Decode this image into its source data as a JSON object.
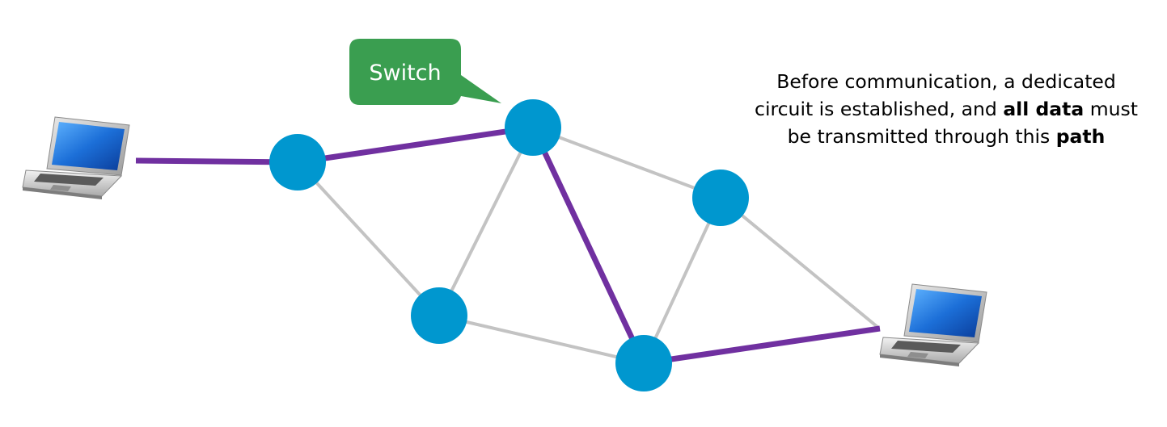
{
  "callout": {
    "label": "Switch"
  },
  "caption": {
    "line1": "Before communication, a dedicated",
    "line2_part1": "circuit is established, and ",
    "line2_bold": "all data",
    "line2_part2": " must",
    "line3_part1": "be transmitted through this ",
    "line3_bold": "path"
  },
  "colors": {
    "node": "#0097cf",
    "link": "#c3c3c3",
    "path": "#7030a0",
    "callout": "#3a9e50",
    "text": "#000000"
  },
  "icons": {
    "laptop": "laptop-icon"
  }
}
